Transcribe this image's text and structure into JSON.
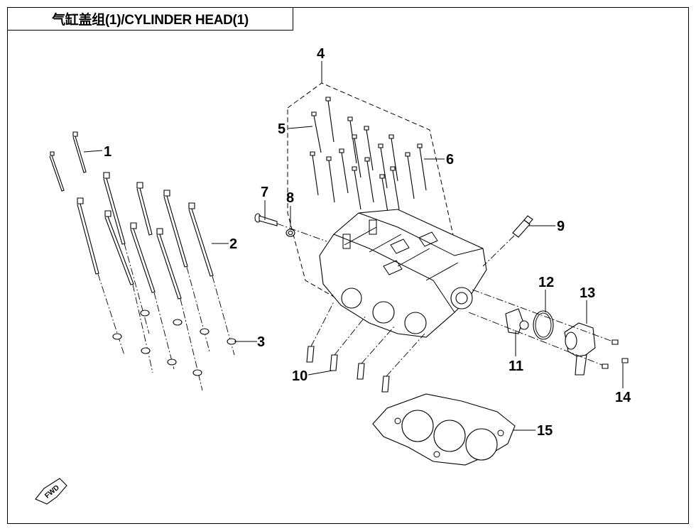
{
  "title": "气缸盖组(1)/CYLINDER HEAD(1)",
  "callouts": {
    "c1": "1",
    "c2": "2",
    "c3": "3",
    "c4": "4",
    "c5": "5",
    "c6": "6",
    "c7": "7",
    "c8": "8",
    "c9": "9",
    "c10": "10",
    "c11": "11",
    "c12": "12",
    "c13": "13",
    "c14": "14",
    "c15": "15"
  },
  "fwd_mark": "FWD",
  "icons": {
    "fwd": "forward-arrow-icon"
  }
}
